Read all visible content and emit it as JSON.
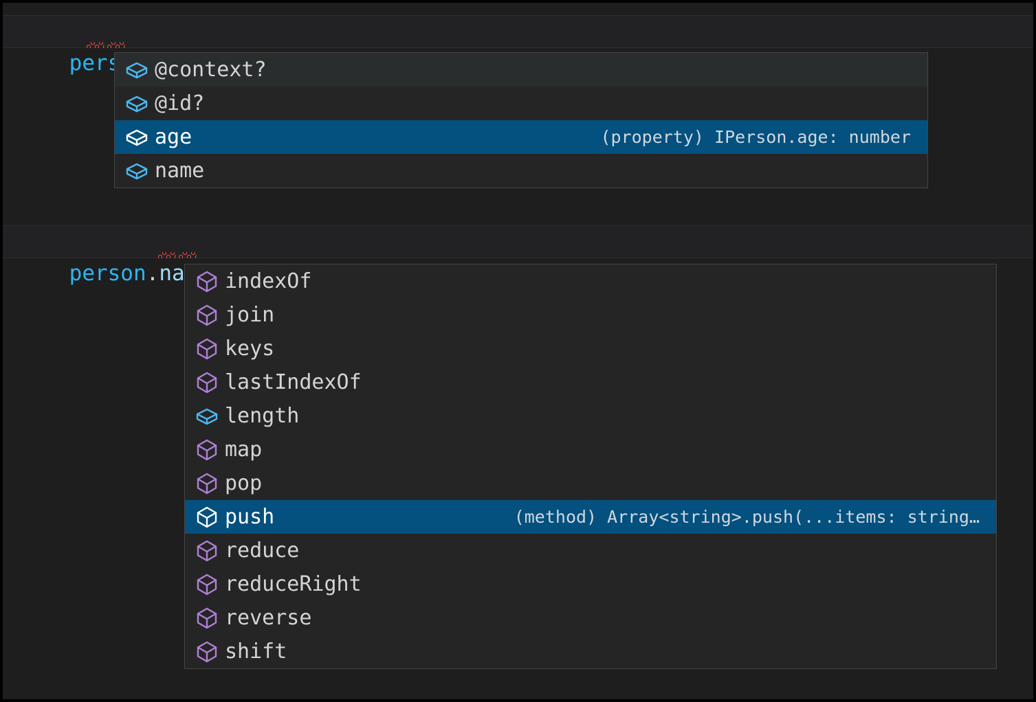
{
  "editor": {
    "background_color": "#1e1e1e",
    "lines": [
      {
        "full_text": "person.;",
        "segments": [
          {
            "text": "person",
            "kind": "identifier",
            "color": "#29b8f5"
          },
          {
            "text": ".",
            "kind": "punctuation",
            "color": "#d4d4d4"
          },
          {
            "text": ";",
            "kind": "punctuation",
            "color": "#d4d4d4"
          }
        ],
        "has_error_squiggle": true,
        "is_current_line": true
      },
      {
        "full_text": "person.name.;",
        "segments": [
          {
            "text": "person",
            "kind": "identifier",
            "color": "#29b8f5"
          },
          {
            "text": ".",
            "kind": "punctuation",
            "color": "#d4d4d4"
          },
          {
            "text": "name",
            "kind": "property",
            "color": "#9cdcfe"
          },
          {
            "text": ".",
            "kind": "punctuation",
            "color": "#d4d4d4"
          },
          {
            "text": ";",
            "kind": "punctuation",
            "color": "#d4d4d4"
          }
        ],
        "has_error_squiggle": true,
        "is_current_line": true
      }
    ]
  },
  "colors": {
    "selected_row": "#04507e",
    "hover_row": "#2a2d2e",
    "widget_background": "#252526",
    "widget_border": "#454545",
    "property_icon": "#4ab8f0",
    "method_icon": "#b180d7",
    "error_squiggle": "#f14c4c"
  },
  "suggest_widgets": [
    {
      "name": "person-member-completions",
      "items": [
        {
          "label": "@context?",
          "icon": "property-cube-icon",
          "icon_kind": "property",
          "state": "hover",
          "detail": ""
        },
        {
          "label": "@id?",
          "icon": "property-cube-icon",
          "icon_kind": "property",
          "state": "normal",
          "detail": ""
        },
        {
          "label": "age",
          "icon": "property-cube-icon",
          "icon_kind": "property",
          "state": "selected",
          "detail": "(property) IPerson.age: number"
        },
        {
          "label": "name",
          "icon": "property-cube-icon",
          "icon_kind": "property",
          "state": "normal",
          "detail": ""
        }
      ]
    },
    {
      "name": "person-name-array-completions",
      "items": [
        {
          "label": "indexOf",
          "icon": "method-cube-icon",
          "icon_kind": "method",
          "state": "normal",
          "detail": ""
        },
        {
          "label": "join",
          "icon": "method-cube-icon",
          "icon_kind": "method",
          "state": "normal",
          "detail": ""
        },
        {
          "label": "keys",
          "icon": "method-cube-icon",
          "icon_kind": "method",
          "state": "normal",
          "detail": ""
        },
        {
          "label": "lastIndexOf",
          "icon": "method-cube-icon",
          "icon_kind": "method",
          "state": "normal",
          "detail": ""
        },
        {
          "label": "length",
          "icon": "property-cube-icon",
          "icon_kind": "property",
          "state": "normal",
          "detail": ""
        },
        {
          "label": "map",
          "icon": "method-cube-icon",
          "icon_kind": "method",
          "state": "normal",
          "detail": ""
        },
        {
          "label": "pop",
          "icon": "method-cube-icon",
          "icon_kind": "method",
          "state": "normal",
          "detail": ""
        },
        {
          "label": "push",
          "icon": "method-cube-icon",
          "icon_kind": "method",
          "state": "selected",
          "detail": "(method) Array<string>.push(...items: string…"
        },
        {
          "label": "reduce",
          "icon": "method-cube-icon",
          "icon_kind": "method",
          "state": "normal",
          "detail": ""
        },
        {
          "label": "reduceRight",
          "icon": "method-cube-icon",
          "icon_kind": "method",
          "state": "normal",
          "detail": ""
        },
        {
          "label": "reverse",
          "icon": "method-cube-icon",
          "icon_kind": "method",
          "state": "normal",
          "detail": ""
        },
        {
          "label": "shift",
          "icon": "method-cube-icon",
          "icon_kind": "method",
          "state": "normal",
          "detail": ""
        }
      ]
    }
  ]
}
